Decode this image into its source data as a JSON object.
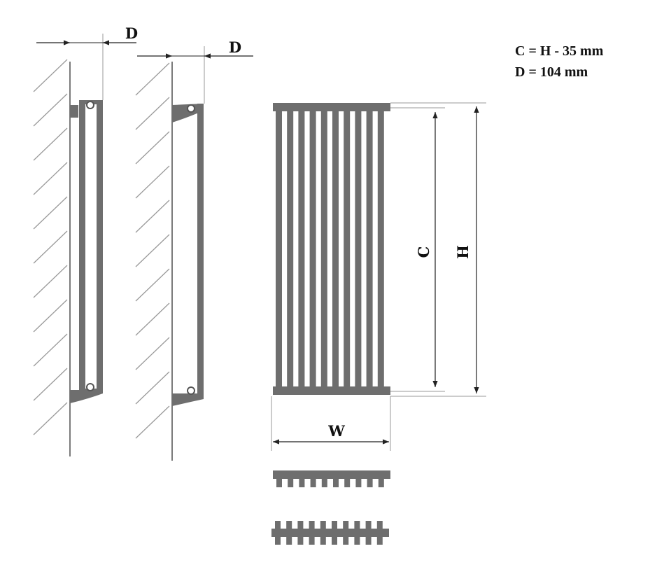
{
  "labels": {
    "depth_left": "D",
    "depth_right": "D",
    "centres": "C",
    "height": "H",
    "width": "W"
  },
  "notes": {
    "formula_c": "C = H - 35 mm",
    "depth_value": "D = 104 mm"
  },
  "colors": {
    "radiator": "#6e6e6e",
    "radiator_dark": "#555555",
    "line": "#222222",
    "wall": "#7a7a7a",
    "hatch": "#9a9a9a"
  },
  "tube_count": 10
}
